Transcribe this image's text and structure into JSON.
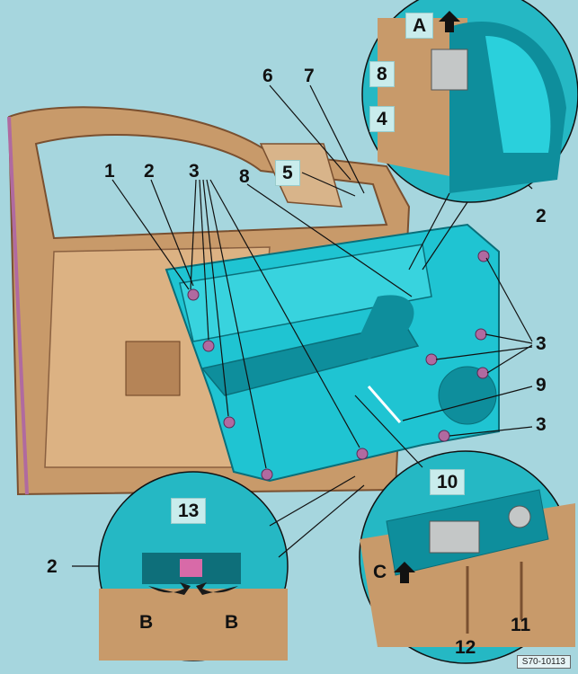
{
  "callouts": {
    "n1": "1",
    "n2a": "2",
    "n3a": "3",
    "n6": "6",
    "n7": "7",
    "n8a": "8",
    "n5": "5",
    "n2b": "2",
    "n3b": "3",
    "n9": "9",
    "n3c": "3",
    "n2c": "2",
    "n13": "13",
    "n10": "10",
    "n11": "11",
    "n12": "12",
    "n8b": "8",
    "n4": "4"
  },
  "views": {
    "A": "A",
    "B1": "B",
    "B2": "B",
    "C": "C"
  },
  "figure_code": "S70-10113",
  "colors": {
    "background": "#a6d6de",
    "door_frame": "#c89a6a",
    "trim_panel": "#1fc4d2",
    "trim_dark": "#0e8e9c",
    "bolts": "#b06aa0",
    "detail_bg": "#25b8c4"
  }
}
